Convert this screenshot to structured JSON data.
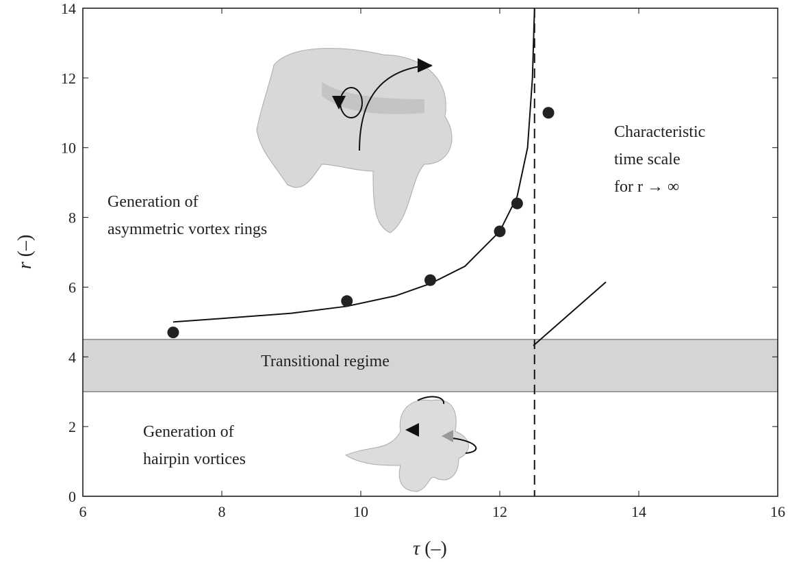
{
  "chart_data": {
    "type": "scatter",
    "title": "",
    "xlabel": "τ (–)",
    "ylabel": "r (–)",
    "xlabel_symbol": "τ",
    "xlabel_unit": " (–)",
    "ylabel_symbol": "r",
    "ylabel_unit": " (–)",
    "xlim": [
      6,
      16
    ],
    "ylim": [
      0,
      14
    ],
    "xticks": [
      6,
      8,
      10,
      12,
      14,
      16
    ],
    "yticks": [
      0,
      2,
      4,
      6,
      8,
      10,
      12,
      14
    ],
    "grid": false,
    "points": [
      [
        7.3,
        4.7
      ],
      [
        9.8,
        5.6
      ],
      [
        11.0,
        6.2
      ],
      [
        12.0,
        7.6
      ],
      [
        12.25,
        8.4
      ],
      [
        12.7,
        11.0
      ]
    ],
    "fit_curve": [
      [
        7.3,
        5.0
      ],
      [
        8,
        5.1
      ],
      [
        9,
        5.25
      ],
      [
        9.8,
        5.45
      ],
      [
        10.5,
        5.75
      ],
      [
        11,
        6.1
      ],
      [
        11.5,
        6.6
      ],
      [
        12,
        7.6
      ],
      [
        12.25,
        8.6
      ],
      [
        12.4,
        10
      ],
      [
        12.47,
        12
      ],
      [
        12.5,
        14
      ]
    ],
    "asymptote_x": 12.5,
    "band": {
      "ymin": 3.0,
      "ymax": 4.5,
      "label": "Transitional regime",
      "color": "#d4d6d5"
    },
    "annotations": {
      "asym_line1": "Generation of",
      "asym_line2": "asymmetric vortex rings",
      "hairpin_line1": "Generation of",
      "hairpin_line2": "hairpin vortices",
      "char_line1": "Characteristic",
      "char_line2": "time scale",
      "char_line3": "for r → ∞"
    }
  }
}
